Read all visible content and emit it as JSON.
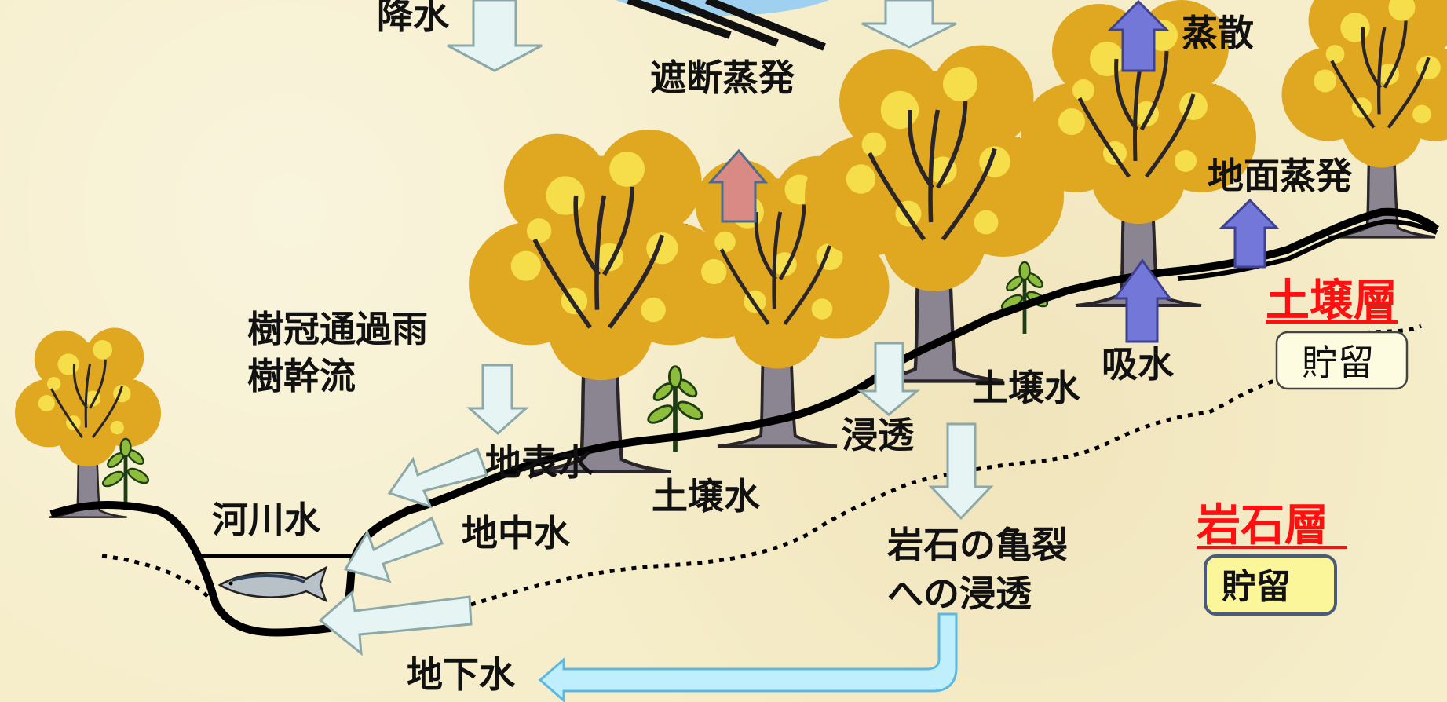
{
  "labels": {
    "precipitation": "降水",
    "interception_evaporation": "遮断蒸発",
    "transpiration": "蒸散",
    "ground_evaporation": "地面蒸発",
    "throughfall_line1": "樹冠通過雨",
    "throughfall_line2": "樹幹流",
    "surface_water": "地表水",
    "river_water": "河川水",
    "subsurface_water": "地中水",
    "soil_water_left": "土壌水",
    "infiltration": "浸透",
    "soil_water_right": "土壌水",
    "absorption": "吸水",
    "rock_crack_line1": "岩石の亀裂",
    "rock_crack_line2": "への浸透",
    "groundwater": "地下水"
  },
  "legend": {
    "soil_layer": "土壌層",
    "soil_storage": "貯留",
    "rock_layer": "岩石層",
    "rock_storage": "貯留"
  },
  "colors": {
    "background": "#f6eecb",
    "layer_title": "#ff1010",
    "foliage": "#e0a820",
    "foliage_highlight": "#f5de4a",
    "trunk": "#8a8590",
    "water_arrow": "#e6f4f4",
    "evaporation_arrow": "#d98a84",
    "transpiration_arrow": "#7378d8",
    "groundwater_flow": "#bfeefc",
    "soil_storage_box": "#fdfbe0",
    "rock_storage_box": "#fbf69a"
  }
}
